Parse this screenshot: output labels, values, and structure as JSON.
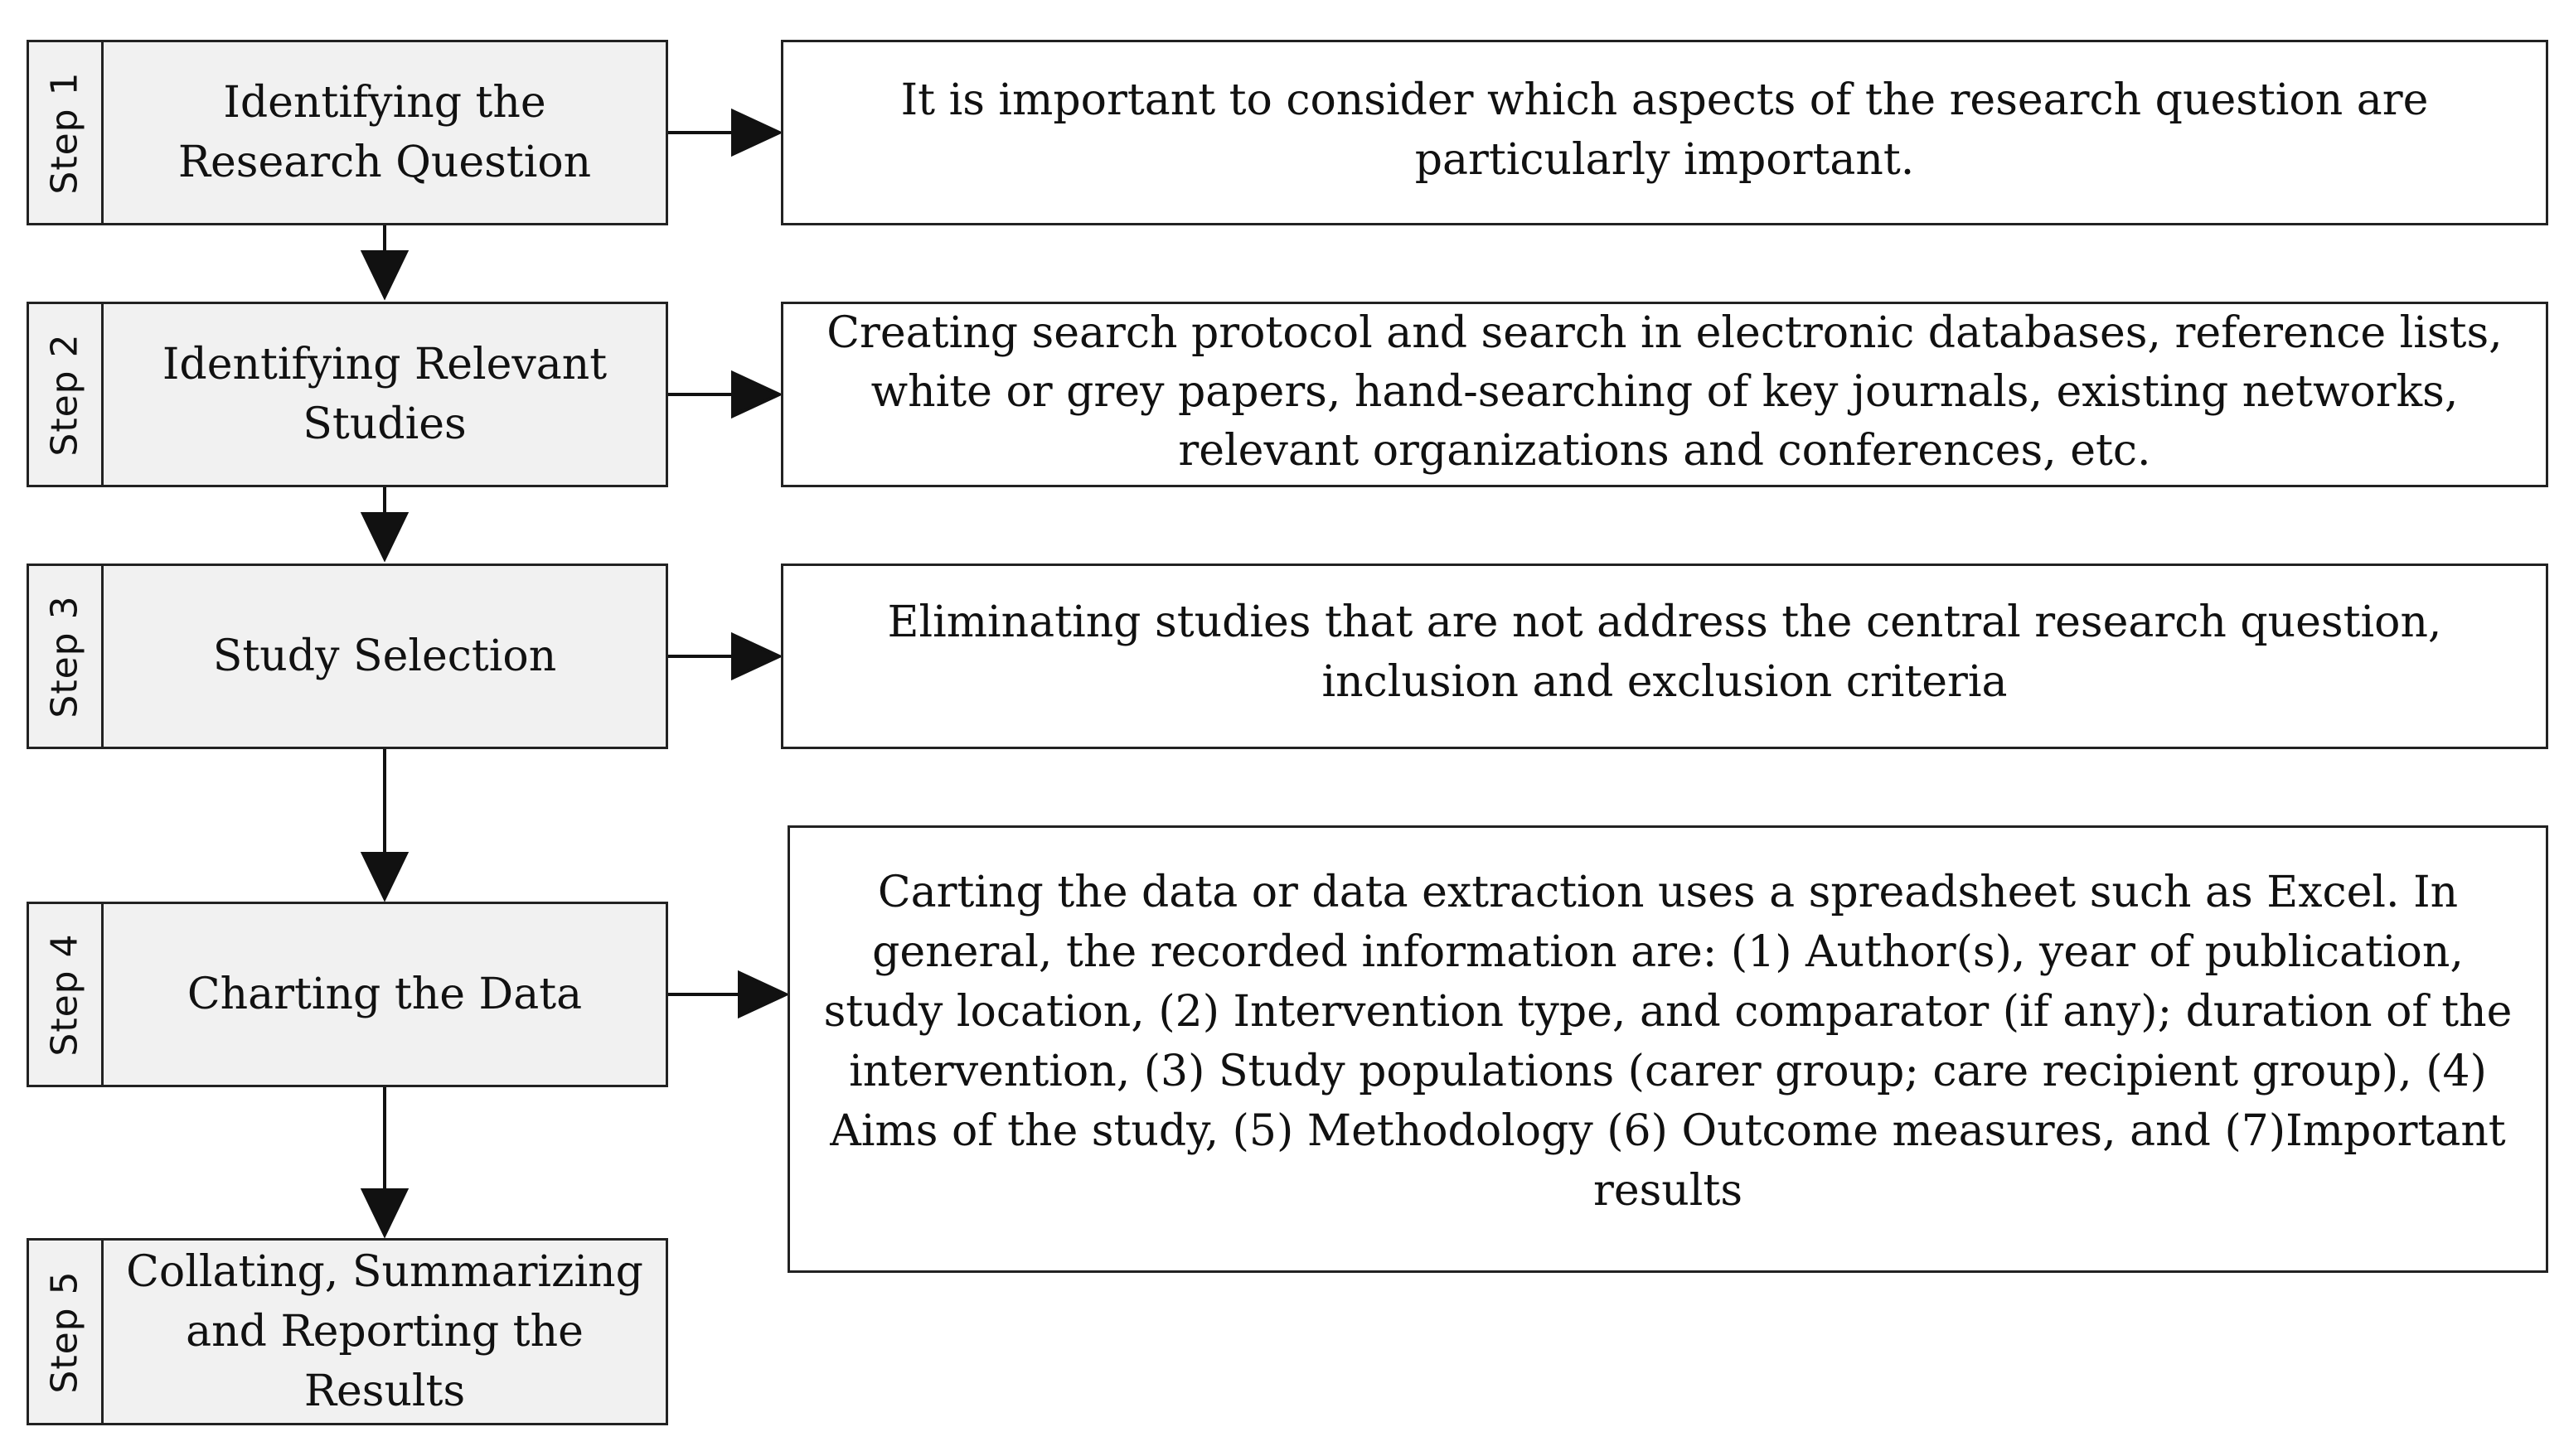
{
  "steps": [
    {
      "tab": "Step 1",
      "title": "Identifying the Research Question",
      "description": "It is important to consider which aspects of the research question are particularly important."
    },
    {
      "tab": "Step 2",
      "title": "Identifying Relevant Studies",
      "description": "Creating search protocol and search in electronic databases, reference lists, white or grey papers, hand-searching of key journals, existing networks, relevant organizations and conferences, etc."
    },
    {
      "tab": "Step 3",
      "title": "Study Selection",
      "description": "Eliminating studies that are not address the central research question, inclusion and exclusion criteria"
    },
    {
      "tab": "Step 4",
      "title": "Charting the Data",
      "description": "Carting the data or data extraction uses a spreadsheet such as Excel. In general, the recorded information are: (1) Author(s), year of publication, study location, (2) Intervention type, and comparator (if any); duration of the intervention, (3) Study populations (carer group; care recipient group), (4) Aims of the study, (5) Methodology (6) Outcome measures, and (7)Important results"
    },
    {
      "tab": "Step 5",
      "title": "Collating, Summarizing and Reporting the Results"
    }
  ]
}
